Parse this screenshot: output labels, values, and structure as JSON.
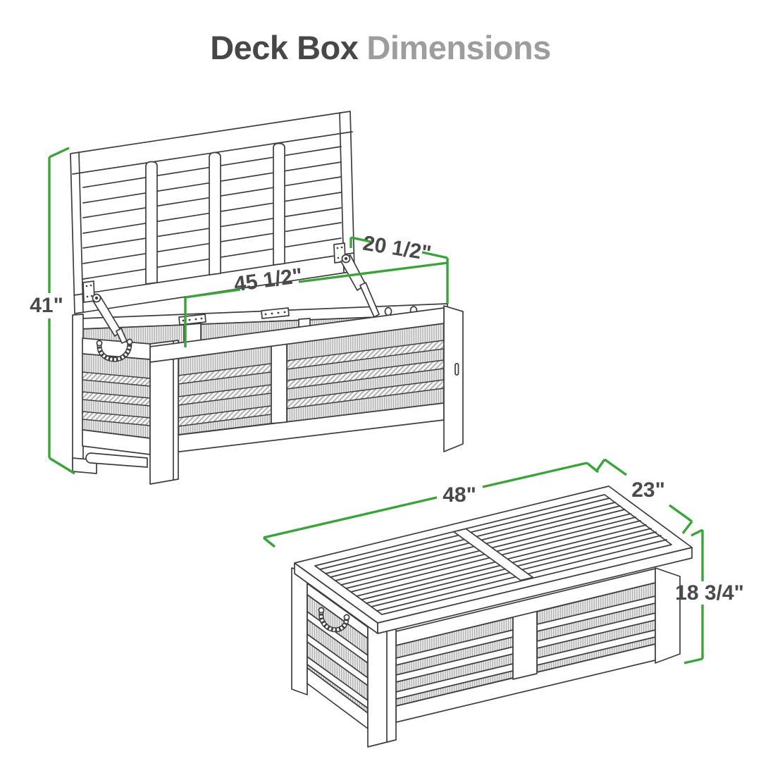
{
  "title": {
    "primary": "Deck Box",
    "secondary": "Dimensions"
  },
  "colors": {
    "accent_green": "#3aa43a",
    "title_primary": "#474747",
    "title_secondary": "#9d9d9d",
    "label_gray": "#4a4a4a",
    "line_art": "#3d3d3d",
    "background": "#ffffff"
  },
  "open_view": {
    "description": "Deck box shown with lid open",
    "dims": {
      "height": "41\"",
      "interior_width": "45 1/2\"",
      "interior_depth": "20 1/2\""
    }
  },
  "closed_view": {
    "description": "Deck box shown closed",
    "dims": {
      "width": "48\"",
      "depth": "23\"",
      "height": "18 3/4\""
    }
  }
}
